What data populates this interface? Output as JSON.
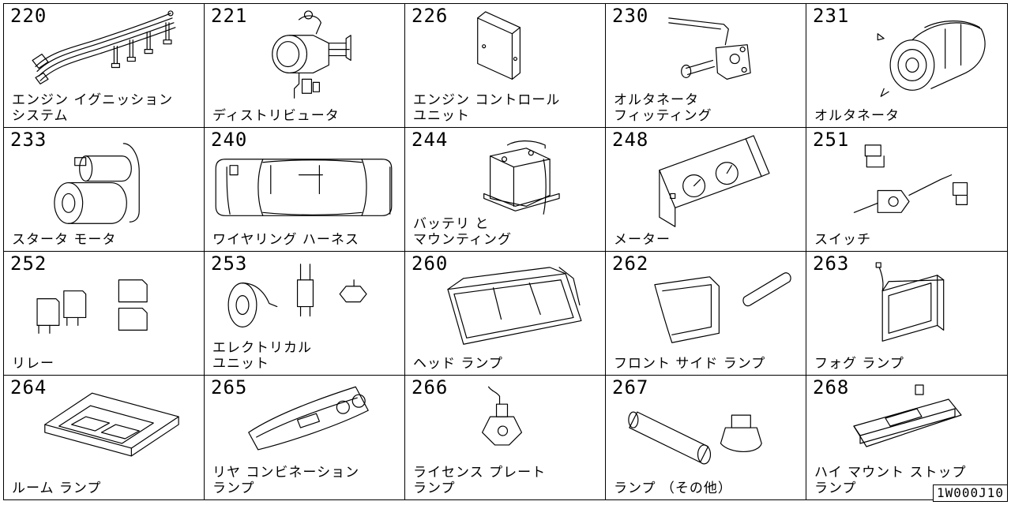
{
  "items": [
    {
      "num": "220",
      "name": "エンジン イグニッション\nシステム",
      "icon": "ignition-system-icon"
    },
    {
      "num": "221",
      "name": "ディストリビュータ",
      "icon": "distributor-icon"
    },
    {
      "num": "226",
      "name": "エンジン コントロール\nユニット",
      "icon": "control-unit-icon"
    },
    {
      "num": "230",
      "name": "オルタネータ\nフィッティング",
      "icon": "alternator-fitting-icon"
    },
    {
      "num": "231",
      "name": "オルタネータ",
      "icon": "alternator-icon"
    },
    {
      "num": "233",
      "name": "スタータ モータ",
      "icon": "starter-motor-icon"
    },
    {
      "num": "240",
      "name": "ワイヤリング ハーネス",
      "icon": "wiring-harness-icon"
    },
    {
      "num": "244",
      "name": "バッテリ と\nマウンティング",
      "icon": "battery-icon"
    },
    {
      "num": "248",
      "name": "メーター",
      "icon": "meter-icon"
    },
    {
      "num": "251",
      "name": "スイッチ",
      "icon": "switch-icon"
    },
    {
      "num": "252",
      "name": "リレー",
      "icon": "relay-icon"
    },
    {
      "num": "253",
      "name": "エレクトリカル\nユニット",
      "icon": "electrical-unit-icon"
    },
    {
      "num": "260",
      "name": "ヘッド ランプ",
      "icon": "head-lamp-icon"
    },
    {
      "num": "262",
      "name": "フロント サイド ランプ",
      "icon": "front-side-lamp-icon"
    },
    {
      "num": "263",
      "name": "フォグ ランプ",
      "icon": "fog-lamp-icon"
    },
    {
      "num": "264",
      "name": "ルーム ランプ",
      "icon": "room-lamp-icon"
    },
    {
      "num": "265",
      "name": "リヤ コンビネーション\nランプ",
      "icon": "rear-combination-lamp-icon"
    },
    {
      "num": "266",
      "name": "ライセンス プレート\nランプ",
      "icon": "license-plate-lamp-icon"
    },
    {
      "num": "267",
      "name": "ランプ （その他）",
      "icon": "lamp-other-icon"
    },
    {
      "num": "268",
      "name": "ハイ マウント ストップ\nランプ",
      "icon": "high-mount-stop-lamp-icon"
    }
  ],
  "footer": {
    "code": "1W000J10"
  }
}
